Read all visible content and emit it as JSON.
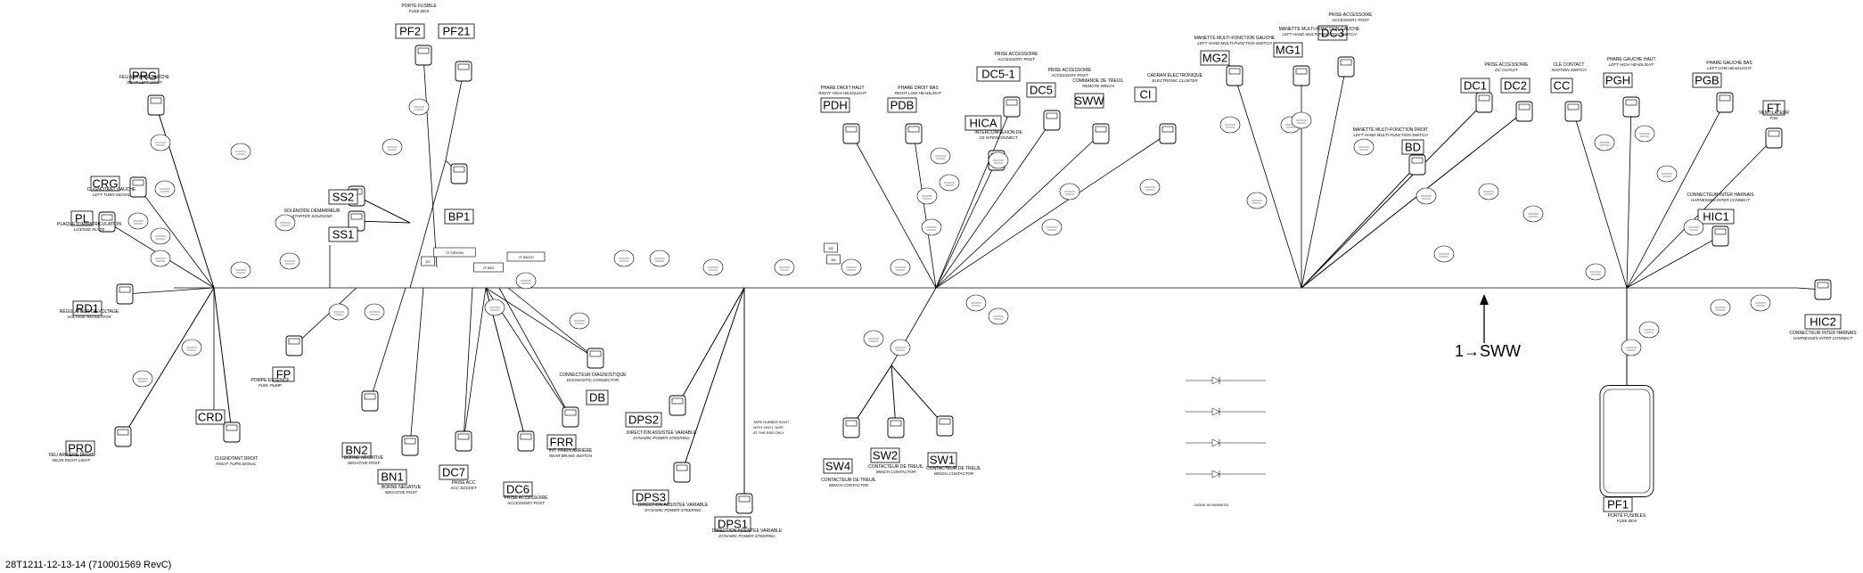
{
  "footer_code": "28T1211-12-13-14 (710001569 RevC)",
  "view_marker": "1→SWW",
  "connectors": [
    {
      "code": "PF2",
      "label": "PORTE FUSIBLE",
      "label2": "FUSE BOX"
    },
    {
      "code": "PF21",
      "label": "",
      "label2": ""
    },
    {
      "code": "PRG",
      "label": "FEU ARRIÈRE GAUCHE",
      "label2": "REAR LEFT LIGHT"
    },
    {
      "code": "CRG",
      "label": "CLIGNOTANT GAUCHE",
      "label2": "LEFT TURN SIGNAL"
    },
    {
      "code": "PL",
      "label": "PLAQUE D'IMMATRICULATION",
      "label2": "LICENSE PLATE"
    },
    {
      "code": "RD1",
      "label": "RÉGULATEUR DE VOLTAGE",
      "label2": "VOLTAGE REGULATOR"
    },
    {
      "code": "PRD",
      "label": "FEU ARRIÈRE DROIT",
      "label2": "REAR RIGHT LIGHT"
    },
    {
      "code": "CRD",
      "label": "CLIGNOTANT DROIT",
      "label2": "RIGHT TURN SIGNAL"
    },
    {
      "code": "SS2",
      "label": "SOLÉNOÏDE DÉMARREUR",
      "label2": "STARTER SOLENOID"
    },
    {
      "code": "SS1",
      "label": "",
      "label2": ""
    },
    {
      "code": "BP1",
      "label": "",
      "label2": ""
    },
    {
      "code": "FP",
      "label": "POMPE ESSENCE",
      "label2": "FUEL PUMP"
    },
    {
      "code": "BN2",
      "label": "BORNE NÉGATIVE",
      "label2": "NEGATIVE POST"
    },
    {
      "code": "BN1",
      "label": "BORNE NÉGATIVE",
      "label2": "NEGATIVE POST"
    },
    {
      "code": "DC7",
      "label": "PRISE ACC",
      "label2": "ACC SOCKET"
    },
    {
      "code": "DC6",
      "label": "PRISE ACCESSOIRE",
      "label2": "ACCESSORY POST"
    },
    {
      "code": "FRR",
      "label": "INT. FREIN ARRIÈRE",
      "label2": "REAR BRAKE SWITCH"
    },
    {
      "code": "DB",
      "label": "CONNECTEUR DIAGNOSTIQUE",
      "label2": "DIAGNOSTIC CONNECTOR"
    },
    {
      "code": "DPS2",
      "label": "DIRECTION ASSISTÉE VARIABLE",
      "label2": "DYNAMIC POWER STEERING"
    },
    {
      "code": "DPS3",
      "label": "DIRECTION ASSISTÉE VARIABLE",
      "label2": "DYNAMIC POWER STEERING"
    },
    {
      "code": "DPS1",
      "label": "DIRECTION ASSISTÉE VARIABLE",
      "label2": "DYNAMIC POWER STEERING"
    },
    {
      "code": "PDH",
      "label": "PHARE DROIT HAUT",
      "label2": "RIGHT HIGH HEADLIGHT"
    },
    {
      "code": "PDB",
      "label": "PHARE DROIT BAS",
      "label2": "RIGHT LOW HEADLIGHT"
    },
    {
      "code": "HICA",
      "label": "INTERCONNEXION DE",
      "label2": "CE INTERCONNECT"
    },
    {
      "code": "DC5-1",
      "label": "PRISE ACCESSOIRE",
      "label2": "ACCESSORY POST"
    },
    {
      "code": "DC5",
      "label": "PRISE ACCESSOIRE",
      "label2": "ACCESSORY POST"
    },
    {
      "code": "SWW",
      "label": "COMMANDE DE TREUIL",
      "label2": "REMOTE WINCH"
    },
    {
      "code": "CI",
      "label": "CADRAN ÉLECTRONIQUE",
      "label2": "ELECTRONIC CLUSTER"
    },
    {
      "code": "MG2",
      "label": "MANETTE MULTI-FONCTION GAUCHE",
      "label2": "LEFT HAND MULTI-FUNCTION SWITCH"
    },
    {
      "code": "MG1",
      "label": "MANETTE MULTI-FONCTION GAUCHE",
      "label2": "LEFT HAND MULTI-FUNCTION SWITCH"
    },
    {
      "code": "DC3",
      "label": "PRISE ACCESSOIRE",
      "label2": "ACCESSORY POST"
    },
    {
      "code": "BD",
      "label": "MANETTE MULTI-FONCTION DROIT",
      "label2": "LEFT HAND MULTI-FUNCTION SWITCH"
    },
    {
      "code": "DC1",
      "label": "PRISE ACCESSOIRE",
      "label2": "DC OUTLET"
    },
    {
      "code": "DC2",
      "label": "",
      "label2": ""
    },
    {
      "code": "CC",
      "label": "CLÉ CONTACT",
      "label2": "IGNITION SWITCH"
    },
    {
      "code": "PGH",
      "label": "PHARE GAUCHE HAUT",
      "label2": "LEFT HIGH HEADLIGHT"
    },
    {
      "code": "PGB",
      "label": "PHARE GAUCHE BAS",
      "label2": "LEFT LOW HEADLIGHT"
    },
    {
      "code": "FT",
      "label": "VENTILATEUR",
      "label2": "FAN"
    },
    {
      "code": "HIC1",
      "label": "CONNECTEUR INTER HARNAIS",
      "label2": "HARNESSES INTER CONNECT"
    },
    {
      "code": "HIC2",
      "label": "CONNECTEUR INTER HARNAIS",
      "label2": "HARNESSES INTER CONNECT"
    },
    {
      "code": "SW4",
      "label": "CONTACTEUR DE TREUIL",
      "label2": "WINCH CONTACTOR"
    },
    {
      "code": "SW2",
      "label": "CONTACTEUR DE TREUIL",
      "label2": "WINCH CONTACTOR"
    },
    {
      "code": "SW1",
      "label": "CONTACTEUR DE TREUIL",
      "label2": "WINCH CONTACTOR"
    },
    {
      "code": "PF1",
      "label": "PORTE FUSIBLES",
      "label2": "FUSE BOX"
    }
  ],
  "splices": [
    "D2",
    "JT ORIGIN",
    "JT BK2",
    "JT BK3/H",
    "D5",
    "D6"
  ],
  "tape_note": [
    "TAPE RUBBER BOOT",
    "WITH VINYL TAPE",
    "AT THE END ONLY"
  ],
  "diode_note": "DIODE IN HARNESS"
}
